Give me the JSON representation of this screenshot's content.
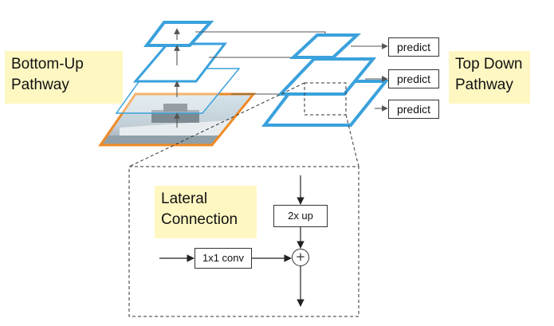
{
  "labels": {
    "bottom_up": [
      "Bottom-Up",
      "Pathway"
    ],
    "top_down": [
      "Top Down",
      "Pathway"
    ],
    "lateral": [
      "Lateral",
      "Connection"
    ]
  },
  "predict_boxes": [
    "predict",
    "predict",
    "predict"
  ],
  "lateral_detail": {
    "upsample": "2x up",
    "conv": "1x1 conv",
    "merge_symbol": "+"
  },
  "colors": {
    "feature_map_blue": "#3aa1dc",
    "input_image_orange": "#f08a24",
    "callout_yellow": "#fff7c2",
    "arrow_gray": "#555555",
    "line_dark": "#333333"
  },
  "icons": {
    "input_image": "boat-photo-thumbnail"
  }
}
